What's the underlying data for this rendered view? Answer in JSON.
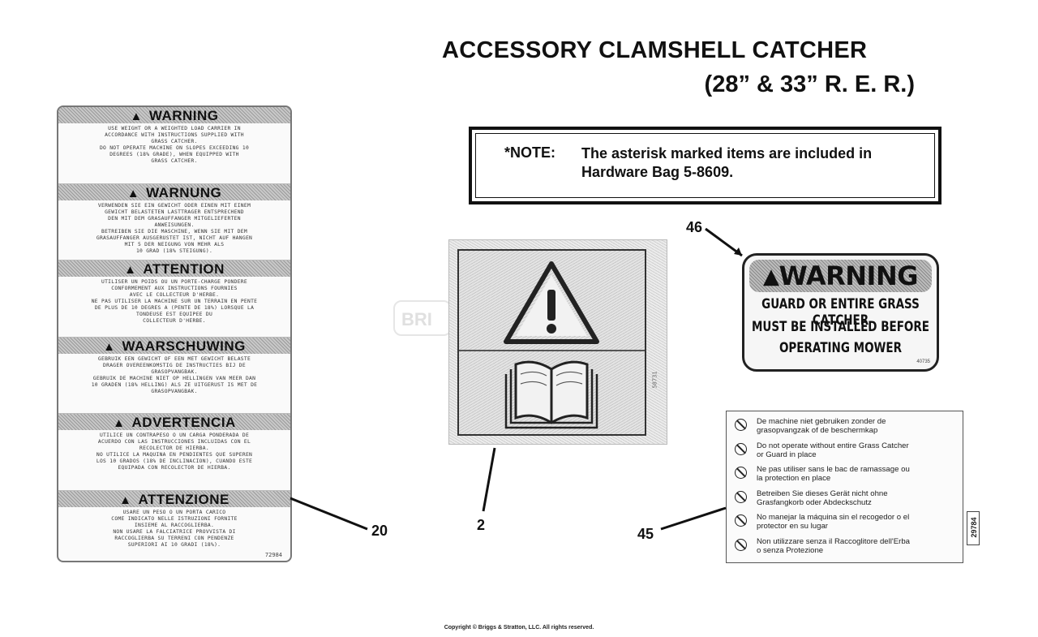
{
  "title": {
    "line1": "ACCESSORY CLAMSHELL CATCHER",
    "line2": "(28” & 33” R. E. R.)"
  },
  "note": {
    "label": "*NOTE:",
    "text_line1": "The asterisk marked items are included in",
    "text_line2": "Hardware Bag 5-8609."
  },
  "decal_20": {
    "callout": "20",
    "part_id": "72984",
    "sections": [
      {
        "heading": "WARNING",
        "lines": [
          "USE WEIGHT OR A WEIGHTED LOAD CARRIER IN",
          "ACCORDANCE WITH INSTRUCTIONS SUPPLIED WITH",
          "GRASS CATCHER.",
          "DO NOT OPERATE MACHINE ON SLOPES EXCEEDING 10",
          "DEGREES (18% GRADE), WHEN EQUIPPED WITH",
          "GRASS CATCHER."
        ]
      },
      {
        "heading": "WARNUNG",
        "lines": [
          "VERWENDEN SIE EIN GEWICHT ODER EINEN MIT EINEM",
          "GEWICHT BELASTETEN LASTTRAGER ENTSPRECHEND",
          "DEN MIT DEM GRASAUFFANGER MITGELIEFERTEN",
          "ANWEISUNGEN.",
          "BETREIBEN SIE DIE MASCHINE, WENN SIE MIT DEM",
          "GRASAUFFANGER AUSGERUSTET IST, NICHT AUF HANGEN",
          "MIT 5 DER NEIGUNG VON MEHR ALS",
          "10 GRAD (18% STEIGUNG)."
        ]
      },
      {
        "heading": "ATTENTION",
        "lines": [
          "UTILISER UN POIDS OU UN PORTE-CHARGE PONDERE",
          "CONFORMEMENT AUX INSTRUCTIONS FOURNIES",
          "AVEC LE COLLECTEUR D'HERBE.",
          "NE PAS UTILISER LA MACHINE SUR UN TERRAIN EN PENTE",
          "DE PLUS DE 10 DEGRES A (PENTE DE 18%) LORSQUE LA",
          "TONDEUSE EST EQUIPEE DU",
          "COLLECTEUR D'HERBE."
        ]
      },
      {
        "heading": "WAARSCHUWING",
        "lines": [
          "GEBRUIK EEN GEWICHT OF EEN MET GEWICHT BELASTE",
          "DRAGER OVEREENKOMSTIG DE INSTRUCTIES BIJ DE",
          "GRASOPVANGBAK.",
          "GEBRUIK DE MACHINE NIET OP HELLINGEN VAN MEER DAN",
          "10 GRADEN (18% HELLING) ALS ZE UITGERUST IS MET DE",
          "GRASOPVANGBAK."
        ]
      },
      {
        "heading": "ADVERTENCIA",
        "lines": [
          "UTILICE UN CONTRAPESO O UN CARGA PONDERADA DE",
          "ACUERDO CON LAS INSTRUCCIONES INCLUIDAS CON EL",
          "RECOLECTOR DE HIERBA.",
          "NO UTILICE LA MAQUINA EN PENDIENTES QUE SUPEREN",
          "LOS 10 GRADOS (18% DE INCLINACION), CUANDO ESTE",
          "EQUIPADA CON RECOLECTOR DE HIERBA."
        ]
      },
      {
        "heading": "ATTENZIONE",
        "lines": [
          "USARE UN PESO O UN PORTA CARICO",
          "COME INDICATO NELLE ISTRUZIONI FORNITE",
          "INSIEME AL RACCOGLIERBA.",
          "NON USARE LA FALCIATRICE PROVVISTA DI",
          "RACCOGLIERBA SU TERRENI CON PENDENZE",
          "SUPERIORI AI 10 GRADI (18%)."
        ]
      }
    ]
  },
  "decal_2": {
    "callout": "2",
    "part_id": "58731",
    "top_icon": "warning-triangle-icon",
    "bottom_icon": "read-manual-book-icon"
  },
  "decal_46": {
    "callout": "46",
    "heading": "WARNING",
    "line1": "GUARD OR ENTIRE GRASS CATCHER",
    "line2": "MUST BE INSTALLED BEFORE",
    "line3": "OPERATING MOWER",
    "part_id": "40735"
  },
  "decal_45": {
    "callout": "45",
    "part_id": "29784",
    "icon": "prohibited-icon",
    "rows": [
      {
        "line1": "De machine niet gebruiken zonder de",
        "line2": "grasopvangzak of de beschermkap"
      },
      {
        "line1": "Do not operate without entire Grass Catcher",
        "line2": "or Guard in place"
      },
      {
        "line1": "Ne pas utiliser sans le bac de ramassage ou",
        "line2": "la protection en place"
      },
      {
        "line1": "Betreiben Sie dieses Gerät nicht ohne",
        "line2": "Grasfangkorb oder Abdeckschutz"
      },
      {
        "line1": "No manejar la máquina sin el recogedor o el",
        "line2": "protector en su lugar"
      },
      {
        "line1": "Non utilizzare senza il Raccoglitore dell'Erba",
        "line2": "o senza Protezione"
      }
    ]
  },
  "watermark": "BRI",
  "copyright": "Copyright © Briggs & Stratton, LLC. All rights reserved."
}
